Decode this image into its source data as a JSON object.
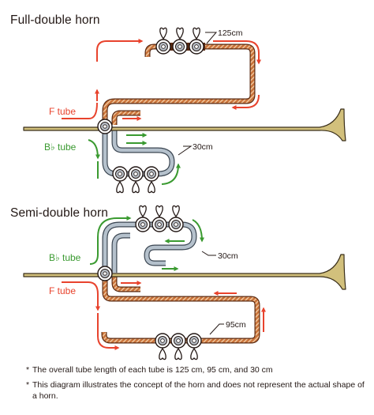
{
  "colors": {
    "f_tube": "#c9733a",
    "f_tube_edge": "#5a2a12",
    "bflat_tube": "#b5c1cc",
    "bflat_tube_edge": "#3b4652",
    "bell": "#d2c07c",
    "bell_edge": "#3a2f1a",
    "arrow_red": "#e8432d",
    "arrow_green": "#3a9a30",
    "label_red": "#e8432d",
    "label_green": "#3a9a30"
  },
  "diagrams": [
    {
      "title": "Full-double horn",
      "labels": {
        "f_tube": "F tube",
        "bflat_tube": "B♭ tube",
        "f_length": "125cm",
        "bflat_length": "30cm"
      }
    },
    {
      "title": "Semi-double horn",
      "labels": {
        "bflat_tube": "B♭ tube",
        "f_tube": "F tube",
        "bflat_length": "30cm",
        "f_length": "95cm"
      }
    }
  ],
  "notes": [
    "The overall tube length of each tube is 125 cm, 95 cm, and 30 cm",
    "This diagram illustrates the concept of the horn and does not represent the actual shape of a horn."
  ]
}
